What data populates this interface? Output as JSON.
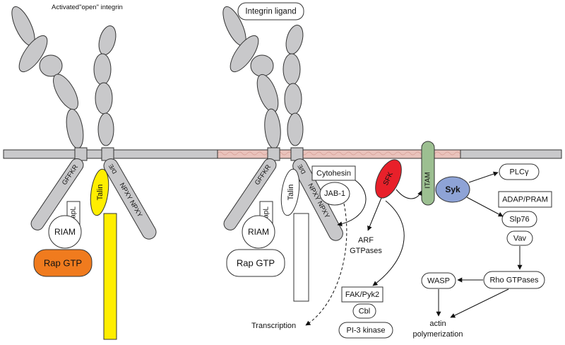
{
  "labels": {
    "activated_integrin": "Activated\"open\" integrin",
    "integrin_ligand": "Integrin ligand",
    "gffkr_left": "GFFKR",
    "gffkr_right": "GFFKR",
    "de_left": "D/E",
    "de_right": "D/E",
    "npxy_left": "NPXY NPXY",
    "npxy_right": "NPXY NPXY",
    "talin_left": "Talin",
    "talin_right": "Talin",
    "rapl_left": "RapL",
    "rapl_right": "RapL",
    "riam_left": "RIAM",
    "riam_right": "RIAM",
    "rapgtp_left": "Rap GTP",
    "rapgtp_right": "Rap GTP",
    "cytohesin": "Cytohesin",
    "jab1": "JAB-1",
    "sfk": "SFK",
    "itam": "ITAM",
    "syk": "Syk",
    "plcg": "PLCγ",
    "adap": "ADAP/PRAM",
    "slp76": "Slp76",
    "vav": "Vav",
    "rho": "Rho GTPases",
    "wasp": "WASP",
    "actin_1": "actin",
    "actin_2": "polymerization",
    "arf_1": "ARF",
    "arf_2": "GTPases",
    "fak": "FAK/Pyk2",
    "cbl": "Cbl",
    "pi3k": "PI-3 kinase",
    "transcription": "Transcription"
  },
  "colors": {
    "protein_gray": "#c8c8ca",
    "membrane_gray": "#c9c9cb",
    "raft_pink": "#e9c3bc",
    "rap_orange": "#f07b1e",
    "talin_yellow": "#ffee00",
    "sfk_red": "#e8202a",
    "syk_blue": "#8ea3d6",
    "itam_green": "#9cbf91"
  }
}
